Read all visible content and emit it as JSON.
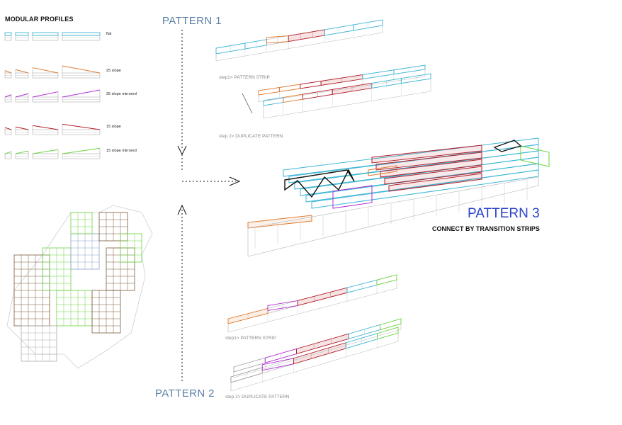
{
  "title": "MODULAR PROFILES",
  "profiles": [
    {
      "label": "flat",
      "color": "#3fb7d6"
    },
    {
      "label": "25 slope",
      "color": "#e07a2c"
    },
    {
      "label": "25 slope mirrored",
      "color": "#b02ad4"
    },
    {
      "label": "15 slope",
      "color": "#b21e2a"
    },
    {
      "label": "15 slope mirrored",
      "color": "#66d43a"
    }
  ],
  "pattern1": {
    "title": "PATTERN 1",
    "step1": "step1> PATTERN STRIP",
    "step2": "step 2> DUPLICATE PATTERN"
  },
  "pattern2": {
    "title": "PATTERN 2",
    "step1": "step1> PATTERN STRIP",
    "step2": "step 2> DUPLICATE PATTERN"
  },
  "pattern3": {
    "title": "PATTERN 3",
    "subtitle": "CONNECT BY TRANSITION STRIPS"
  },
  "colors": {
    "flat": "#3fb7d6",
    "slope25": "#e07a2c",
    "slope25m": "#b02ad4",
    "slope15": "#b21e2a",
    "slope15m": "#66d43a",
    "frame": "#9a9a9a",
    "truss": "#111111",
    "brown": "#7a5a3a",
    "arrow": "#111111"
  }
}
